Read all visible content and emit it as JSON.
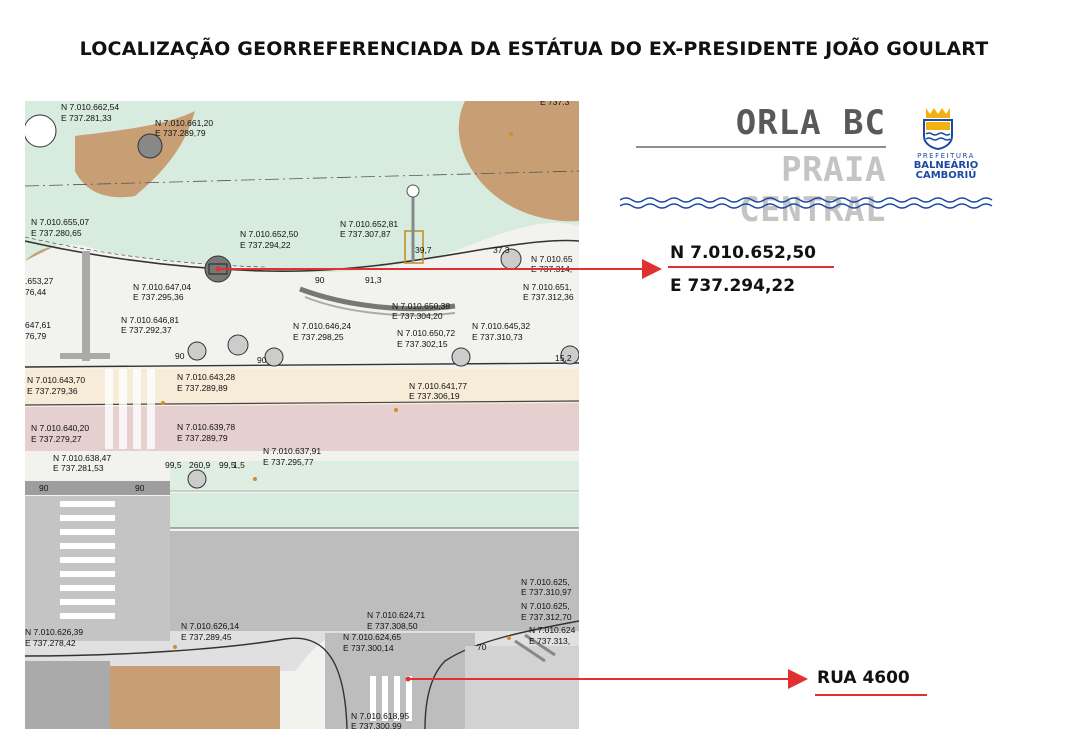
{
  "title": "LOCALIZAÇÃO GEORREFERENCIADA DA ESTÁTUA DO EX-PRESIDENTE JOÃO GOULART",
  "logo": {
    "line1": "ORLA BC",
    "line2": "PRAIA CENTRAL",
    "pref_line1": "PREFEITURA",
    "pref_line2": "BALNEÁRIO",
    "pref_line3": "CAMBORIÚ",
    "colors": {
      "dark": "#595959",
      "light": "#c4c4c4",
      "blue": "#1b4aa0",
      "yellow": "#f1b10e"
    }
  },
  "statue_callout": {
    "north": "N 7.010.652,50",
    "east": "E 737.294,22",
    "color": "#e03030"
  },
  "street_callout": {
    "label": "RUA 4600",
    "color": "#e03030"
  },
  "map": {
    "colors": {
      "sand": "#c89f74",
      "green": "#d8ebdf",
      "walk": "#f7ecd8",
      "bike": "#e6cfcf",
      "road": "#bdbdbd",
      "paver": "#d8d8d8"
    },
    "points": [
      {
        "n": "N 7.010.662,54",
        "e": "E 737.281,33"
      },
      {
        "n": "N 7.010.661,20",
        "e": "E 737.289,79"
      },
      {
        "n": "N 7.010.655,07",
        "e": "E 737.280,65"
      },
      {
        "n": "N 7.010.652,50",
        "e": "E 737.294,22"
      },
      {
        "n": "N 7.010.652,81",
        "e": "E 737.307,87"
      },
      {
        "n": "N 7.010.65",
        "e": "E 737.314,"
      },
      {
        "n": "N 7.010.651,",
        "e": "E 737.312,36"
      },
      {
        "n": ".653,27",
        "e": "76,44"
      },
      {
        "n": "N 7.010.647,04",
        "e": "E 737.295,36"
      },
      {
        "n": "N 7.010.650,38",
        "e": "E 737.304,20"
      },
      {
        "n": "647,61",
        "e": "76,79"
      },
      {
        "n": "N 7.010.646,81",
        "e": "E 737.292,37"
      },
      {
        "n": "N 7.010.646,24",
        "e": "E 737.298,25"
      },
      {
        "n": "N 7.010.650,72",
        "e": "E 737.302,15"
      },
      {
        "n": "N 7.010.645,32",
        "e": "E 737.310,73"
      },
      {
        "n": "N 7.010.643,70",
        "e": "E 737.279,36"
      },
      {
        "n": "N 7.010.643,28",
        "e": "E 737.289,89"
      },
      {
        "n": "N 7.010.641,77",
        "e": "E 737.306,19"
      },
      {
        "n": "N 7.010.640,20",
        "e": "E 737.279,27"
      },
      {
        "n": "N 7.010.639,78",
        "e": "E 737.289,79"
      },
      {
        "n": "N 7.010.638,47",
        "e": "E 737.281,53"
      },
      {
        "n": "N 7.010.637,91",
        "e": "E 737.295,77"
      },
      {
        "n": "N 7.010.625,",
        "e": "E 737.310,97"
      },
      {
        "n": "N 7.010.625,",
        "e": "E 737.312,70"
      },
      {
        "n": "N 7.010.624,71",
        "e": "E 737.308,50"
      },
      {
        "n": "N 7.010.624,65",
        "e": "E 737.300,14"
      },
      {
        "n": "N 7.010.624",
        "e": "E 737.313,"
      },
      {
        "n": "N 7.010.626,39",
        "e": "E 737.278,42"
      },
      {
        "n": "N 7.010.626,14",
        "e": "E 737.289,45"
      },
      {
        "n": "N 7.010.618,95",
        "e": "E 737.300,99"
      },
      {
        "n": "E 737.3",
        "e": ""
      }
    ],
    "dims": [
      "99,5",
      "260,9",
      "99,5",
      "1,5",
      "90",
      "90",
      "90",
      "90",
      "91,3",
      "39,7",
      "37,3",
      "15,2",
      "90",
      "70"
    ]
  }
}
